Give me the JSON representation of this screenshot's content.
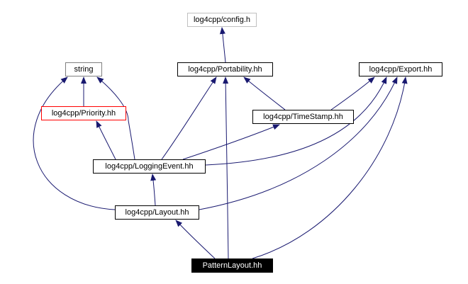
{
  "diagram": {
    "type": "include-dependency-graph",
    "nodes": {
      "config": {
        "label": "log4cpp/config.h",
        "style": "external-gray-border"
      },
      "string": {
        "label": "string",
        "style": "gray-border"
      },
      "portability": {
        "label": "log4cpp/Portability.hh",
        "style": "black-border"
      },
      "export": {
        "label": "log4cpp/Export.hh",
        "style": "black-border"
      },
      "priority": {
        "label": "log4cpp/Priority.hh",
        "style": "red-border"
      },
      "timestamp": {
        "label": "log4cpp/TimeStamp.hh",
        "style": "black-border"
      },
      "loggingevent": {
        "label": "log4cpp/LoggingEvent.hh",
        "style": "black-border"
      },
      "layout": {
        "label": "log4cpp/Layout.hh",
        "style": "black-border"
      },
      "patternlayout": {
        "label": "PatternLayout.hh",
        "style": "black-filled-focus"
      }
    },
    "edges": [
      {
        "from": "log4cpp/Portability.hh",
        "to": "log4cpp/config.h"
      },
      {
        "from": "log4cpp/Priority.hh",
        "to": "string"
      },
      {
        "from": "log4cpp/LoggingEvent.hh",
        "to": "string"
      },
      {
        "from": "log4cpp/LoggingEvent.hh",
        "to": "log4cpp/Priority.hh"
      },
      {
        "from": "log4cpp/LoggingEvent.hh",
        "to": "log4cpp/Portability.hh"
      },
      {
        "from": "log4cpp/LoggingEvent.hh",
        "to": "log4cpp/TimeStamp.hh"
      },
      {
        "from": "log4cpp/LoggingEvent.hh",
        "to": "log4cpp/Export.hh"
      },
      {
        "from": "log4cpp/TimeStamp.hh",
        "to": "log4cpp/Portability.hh"
      },
      {
        "from": "log4cpp/TimeStamp.hh",
        "to": "log4cpp/Export.hh"
      },
      {
        "from": "log4cpp/Layout.hh",
        "to": "string"
      },
      {
        "from": "log4cpp/Layout.hh",
        "to": "log4cpp/LoggingEvent.hh"
      },
      {
        "from": "log4cpp/Layout.hh",
        "to": "log4cpp/Export.hh"
      },
      {
        "from": "PatternLayout.hh",
        "to": "log4cpp/Layout.hh"
      },
      {
        "from": "PatternLayout.hh",
        "to": "log4cpp/Portability.hh"
      },
      {
        "from": "PatternLayout.hh",
        "to": "log4cpp/Export.hh"
      }
    ],
    "colors": {
      "edge": "#191970",
      "node_border": "#000000",
      "external_border": "#c0c0c0",
      "gray_border": "#7f7f7f",
      "truncated_border": "#ff0000",
      "focus_background": "#000000",
      "focus_text": "#ffffff",
      "background": "#ffffff"
    }
  }
}
